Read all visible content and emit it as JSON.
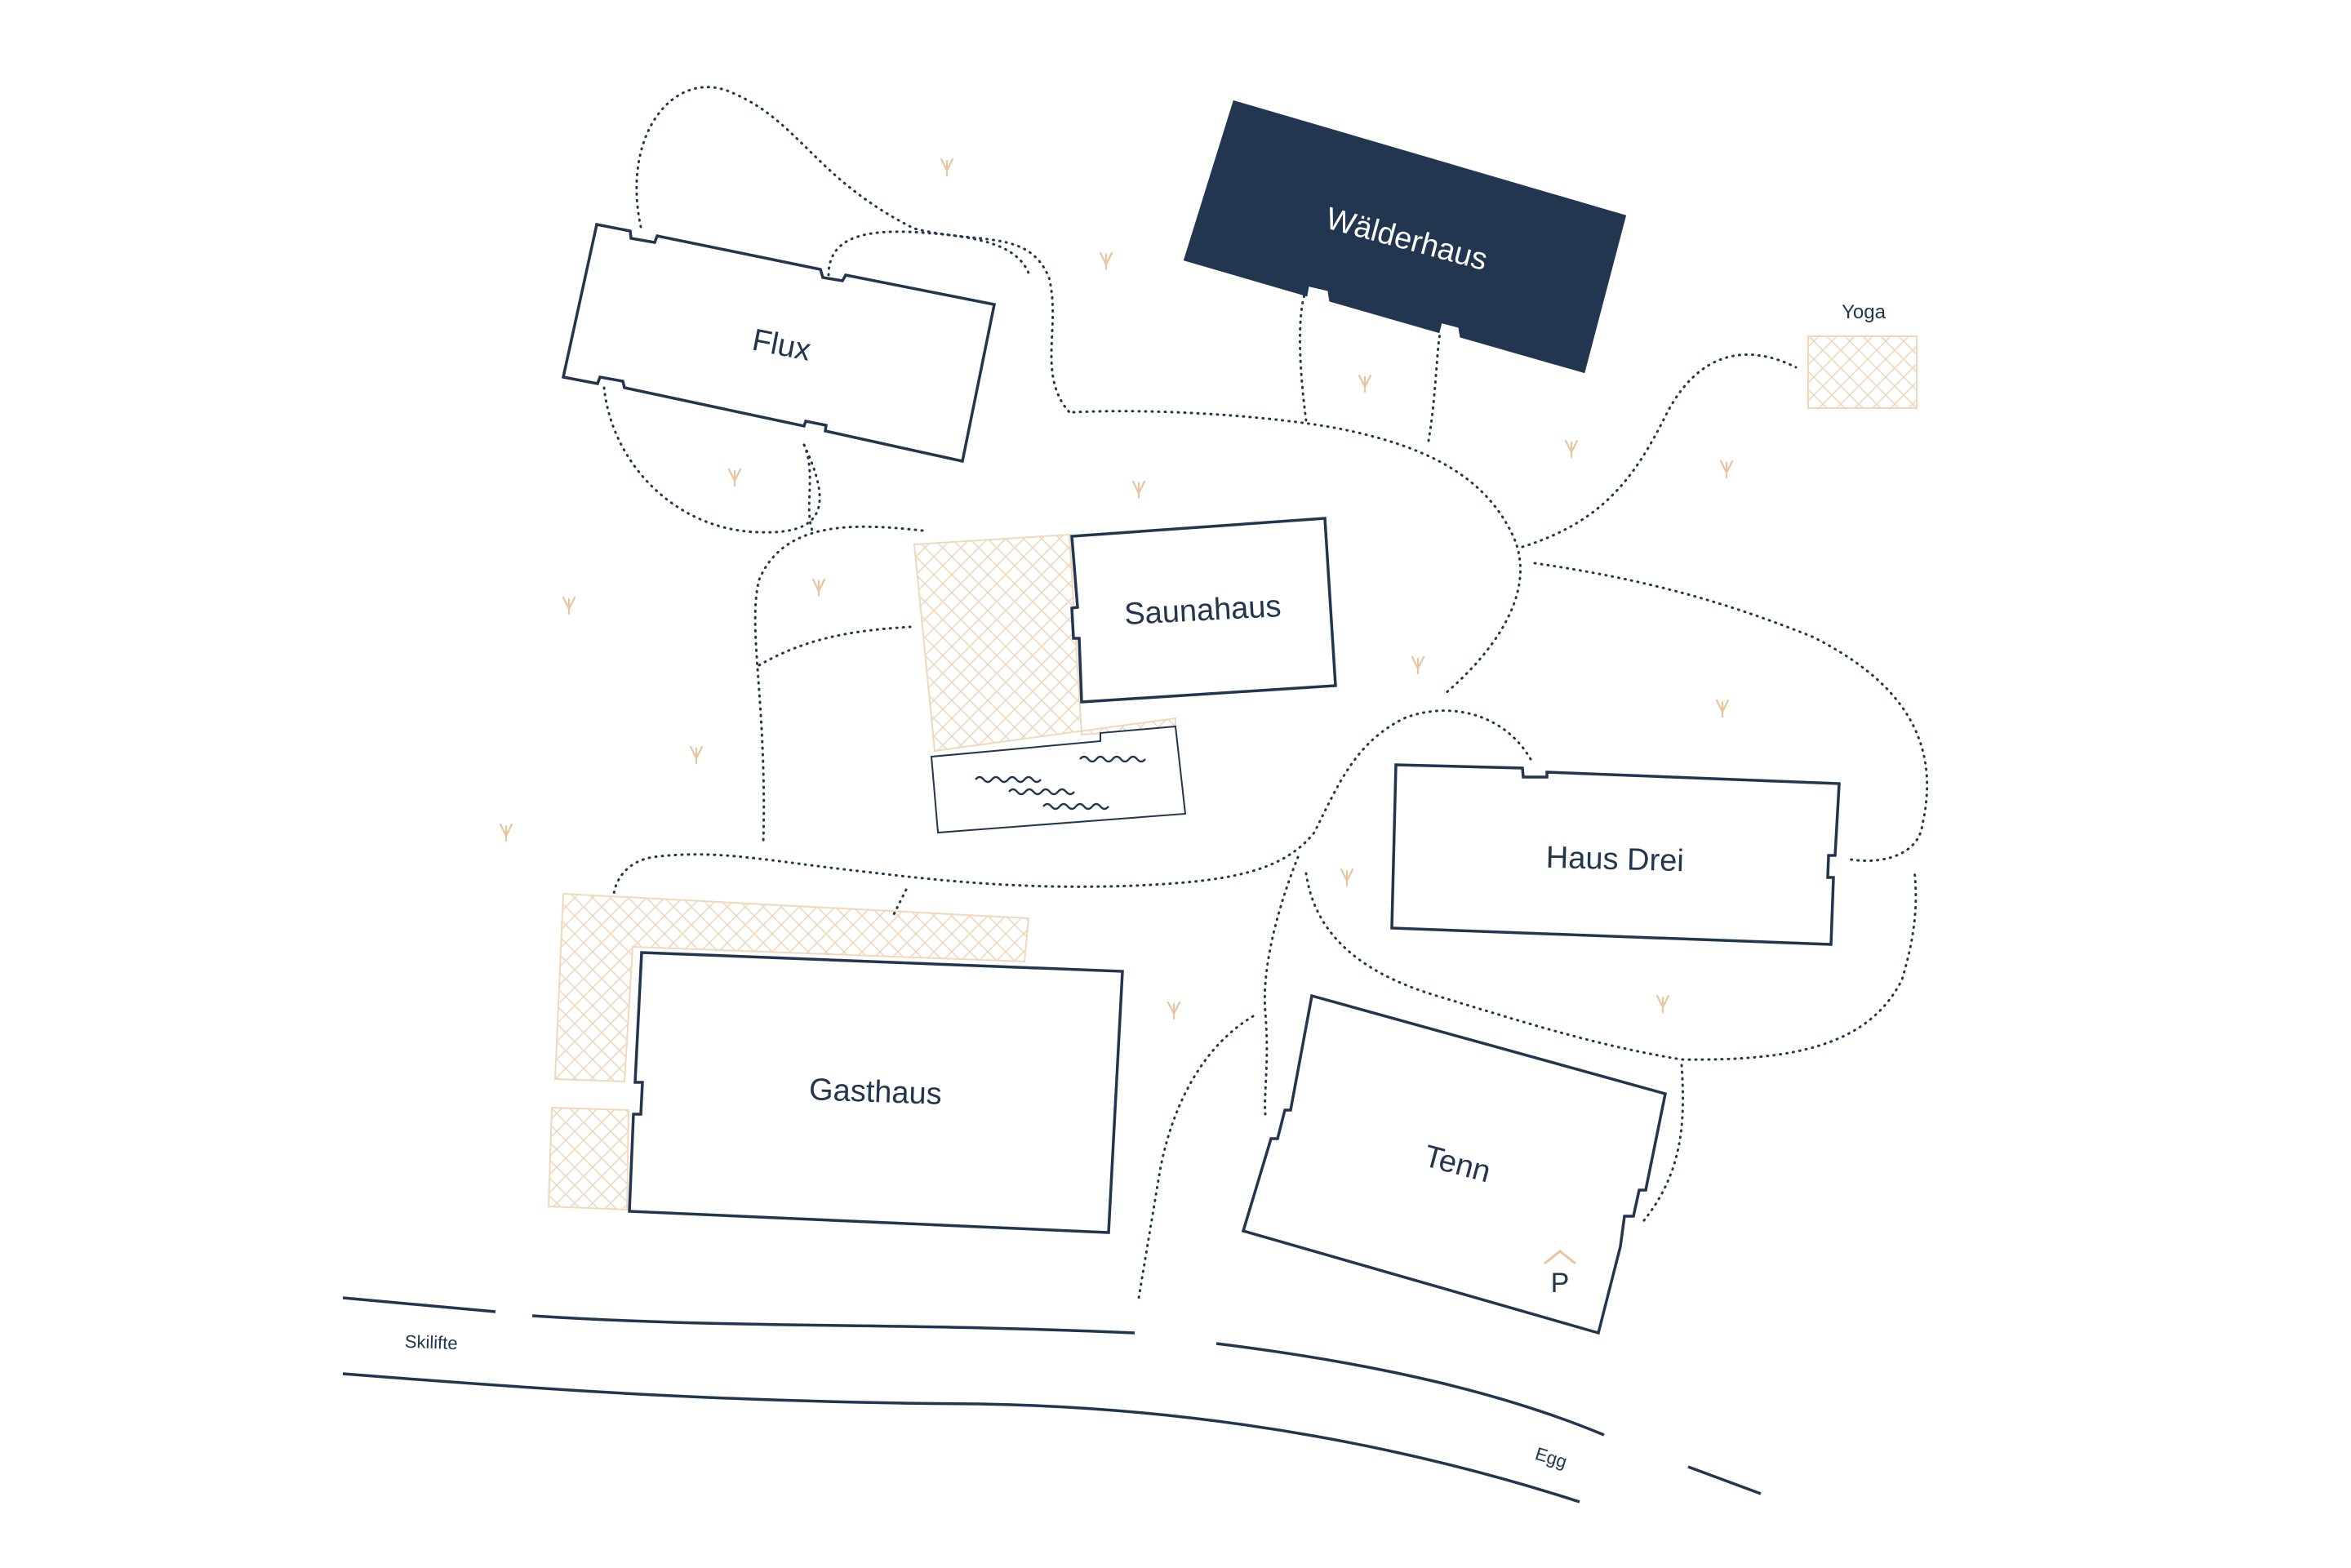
{
  "colors": {
    "navy": "#22364f",
    "terrace": "#f1d8bd",
    "grass": "#e9c59f",
    "background": "#ffffff"
  },
  "buildings": {
    "flux": "Flux",
    "waelderhaus": "Wälderhaus",
    "saunahaus": "Saunahaus",
    "haus_drei": "Haus Drei",
    "gasthaus": "Gasthaus",
    "tenn": "Tenn"
  },
  "areas": {
    "yoga": "Yoga"
  },
  "roads": {
    "skilifte": "Skilifte",
    "egg": "Egg"
  },
  "parking": {
    "label": "P",
    "icon": "parking-roof-icon"
  },
  "icons": {
    "grass": "grass-tuft-icon",
    "water": "water-waves-icon"
  }
}
